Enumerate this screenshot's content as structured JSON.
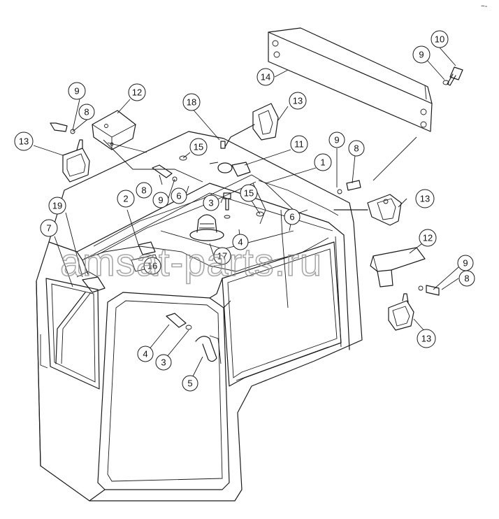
{
  "watermark": "amsat-parts.ru",
  "corner_mark": "~-",
  "callouts": [
    {
      "id": "c10",
      "label": "10"
    },
    {
      "id": "c9a",
      "label": "9"
    },
    {
      "id": "c14",
      "label": "14"
    },
    {
      "id": "c9b",
      "label": "9"
    },
    {
      "id": "c12a",
      "label": "12"
    },
    {
      "id": "c8a",
      "label": "8"
    },
    {
      "id": "c18",
      "label": "18"
    },
    {
      "id": "c13a",
      "label": "13"
    },
    {
      "id": "c13b",
      "label": "13"
    },
    {
      "id": "c15a",
      "label": "15"
    },
    {
      "id": "c11",
      "label": "11"
    },
    {
      "id": "c9c",
      "label": "9"
    },
    {
      "id": "c8b",
      "label": "8"
    },
    {
      "id": "c1",
      "label": "1"
    },
    {
      "id": "c8c",
      "label": "8"
    },
    {
      "id": "c9d",
      "label": "9"
    },
    {
      "id": "c6a",
      "label": "6"
    },
    {
      "id": "c2",
      "label": "2"
    },
    {
      "id": "c3a",
      "label": "3"
    },
    {
      "id": "c15b",
      "label": "15"
    },
    {
      "id": "c13c",
      "label": "13"
    },
    {
      "id": "c19",
      "label": "19"
    },
    {
      "id": "c6b",
      "label": "6"
    },
    {
      "id": "c7",
      "label": "7"
    },
    {
      "id": "c4a",
      "label": "4"
    },
    {
      "id": "c16",
      "label": "16"
    },
    {
      "id": "c17",
      "label": "17"
    },
    {
      "id": "c12b",
      "label": "12"
    },
    {
      "id": "c9e",
      "label": "9"
    },
    {
      "id": "c8d",
      "label": "8"
    },
    {
      "id": "c13d",
      "label": "13"
    },
    {
      "id": "c4b",
      "label": "4"
    },
    {
      "id": "c3b",
      "label": "3"
    },
    {
      "id": "c5",
      "label": "5"
    }
  ]
}
